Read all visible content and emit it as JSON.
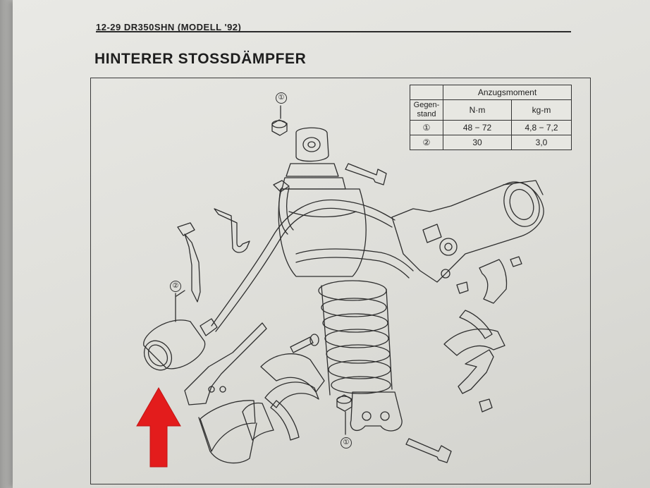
{
  "header": {
    "text": "12-29  DR350SHN (MODELL '92)"
  },
  "title": "HINTERER STOSSDÄMPFER",
  "torque_table": {
    "caption": "Anzugsmoment",
    "col_part": "Gegen- stand",
    "col_nm": "N·m",
    "col_kgm": "kg-m",
    "rows": [
      {
        "item": "①",
        "nm": "48 − 72",
        "kgm": "4,8 − 7,2"
      },
      {
        "item": "②",
        "nm": "30",
        "kgm": "3,0"
      }
    ]
  },
  "callouts": {
    "item1": "①",
    "item2": "②"
  },
  "colors": {
    "arrow": "#e31c1c",
    "paper": "#e4e4df",
    "ink": "#2e2e2e"
  }
}
